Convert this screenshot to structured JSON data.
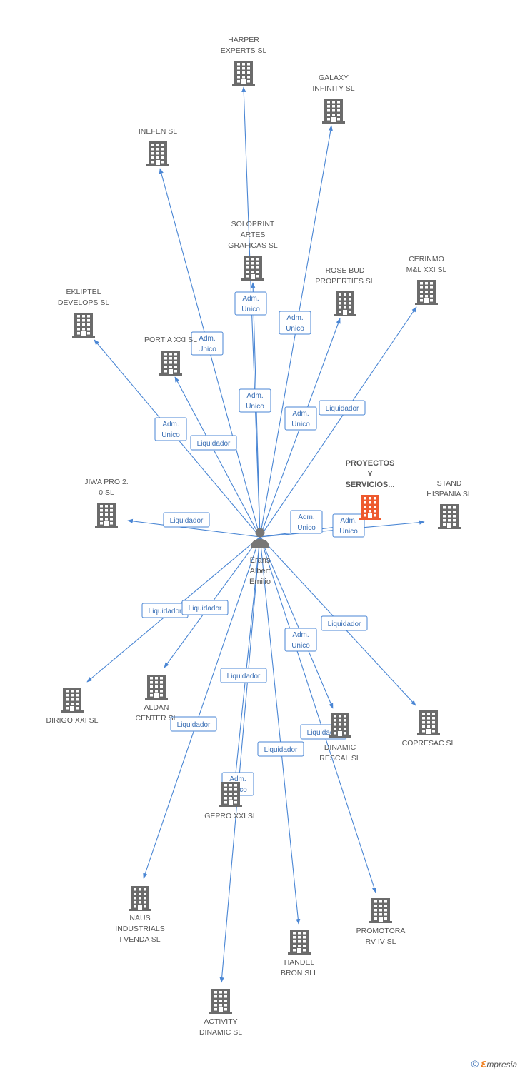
{
  "person": {
    "id": "p",
    "lines": [
      "Erans",
      "Albert",
      "Emilio"
    ]
  },
  "companies": [
    {
      "id": "harper",
      "lines": [
        "HARPER",
        "EXPERTS  SL"
      ]
    },
    {
      "id": "galaxy",
      "lines": [
        "GALAXY",
        "INFINITY  SL"
      ]
    },
    {
      "id": "inefen",
      "lines": [
        "INEFEN SL"
      ]
    },
    {
      "id": "soloprint",
      "lines": [
        "SOLOPRINT",
        "ARTES",
        "GRAFICAS SL"
      ]
    },
    {
      "id": "rosebud",
      "lines": [
        "ROSE BUD",
        "PROPERTIES SL"
      ]
    },
    {
      "id": "cerinmo",
      "lines": [
        "CERINMO",
        "M&L XXI SL"
      ]
    },
    {
      "id": "ekliptel",
      "lines": [
        "EKLIPTEL",
        "DEVELOPS SL"
      ]
    },
    {
      "id": "portia",
      "lines": [
        "PORTIA XXI SL"
      ]
    },
    {
      "id": "proyectos",
      "lines": [
        "PROYECTOS",
        "Y",
        "SERVICIOS..."
      ],
      "highlight": true
    },
    {
      "id": "stand",
      "lines": [
        "STAND",
        "HISPANIA  SL"
      ]
    },
    {
      "id": "jiwa",
      "lines": [
        "JIWA PRO 2.",
        "0 SL"
      ]
    },
    {
      "id": "dirigo",
      "lines": [
        "DIRIGO XXI SL"
      ]
    },
    {
      "id": "aldan",
      "lines": [
        "ALDAN",
        "CENTER SL"
      ]
    },
    {
      "id": "dinamic",
      "lines": [
        "DINAMIC",
        "RESCAL SL"
      ]
    },
    {
      "id": "copresac",
      "lines": [
        "COPRESAC SL"
      ]
    },
    {
      "id": "gepro",
      "lines": [
        "GEPRO XXI SL"
      ]
    },
    {
      "id": "naus",
      "lines": [
        "NAUS",
        "INDUSTRIALS",
        "I VENDA SL"
      ]
    },
    {
      "id": "promotora",
      "lines": [
        "PROMOTORA",
        "RV IV SL"
      ]
    },
    {
      "id": "handel",
      "lines": [
        "HANDEL",
        "BRON SLL"
      ]
    },
    {
      "id": "activity",
      "lines": [
        "ACTIVITY",
        "DINAMIC SL"
      ]
    }
  ],
  "edges": [
    {
      "to": "harper",
      "role": [
        "Adm.",
        "Unico"
      ]
    },
    {
      "to": "galaxy",
      "role": [
        "Adm.",
        "Unico"
      ]
    },
    {
      "to": "inefen",
      "role": [
        "Adm.",
        "Unico"
      ]
    },
    {
      "to": "soloprint",
      "role": [
        "Adm.",
        "Unico"
      ]
    },
    {
      "to": "rosebud",
      "role": [
        "Adm.",
        "Unico"
      ]
    },
    {
      "to": "cerinmo",
      "role": [
        "Liquidador"
      ]
    },
    {
      "to": "ekliptel",
      "role": [
        "Adm.",
        "Unico"
      ]
    },
    {
      "to": "portia",
      "role": [
        "Liquidador"
      ]
    },
    {
      "to": "proyectos",
      "role": [
        "Adm.",
        "Unico"
      ]
    },
    {
      "to": "stand",
      "role": [
        "Adm.",
        "Unico"
      ]
    },
    {
      "to": "jiwa",
      "role": [
        "Liquidador"
      ]
    },
    {
      "to": "dirigo",
      "role": [
        "Liquidador"
      ]
    },
    {
      "to": "aldan",
      "role": [
        "Liquidador"
      ]
    },
    {
      "to": "dinamic",
      "role": [
        "Adm.",
        "Unico"
      ]
    },
    {
      "to": "copresac",
      "role": [
        "Liquidador"
      ]
    },
    {
      "to": "gepro",
      "role": [
        "Liquidador"
      ]
    },
    {
      "to": "naus",
      "role": [
        "Liquidador"
      ]
    },
    {
      "to": "promotora",
      "role": [
        "Liquidador"
      ]
    },
    {
      "to": "handel",
      "role": [
        "Liquidador"
      ]
    },
    {
      "to": "activity",
      "role": [
        "Adm.",
        "Unico"
      ]
    }
  ],
  "colors": {
    "edge": "#4a86d4",
    "building": "#6b6b6b",
    "highlight": "#ee5a2e",
    "person": "#777777"
  },
  "footer": {
    "copyright": "©",
    "brand_initial": "ℇ",
    "brand_rest": "mpresia"
  }
}
